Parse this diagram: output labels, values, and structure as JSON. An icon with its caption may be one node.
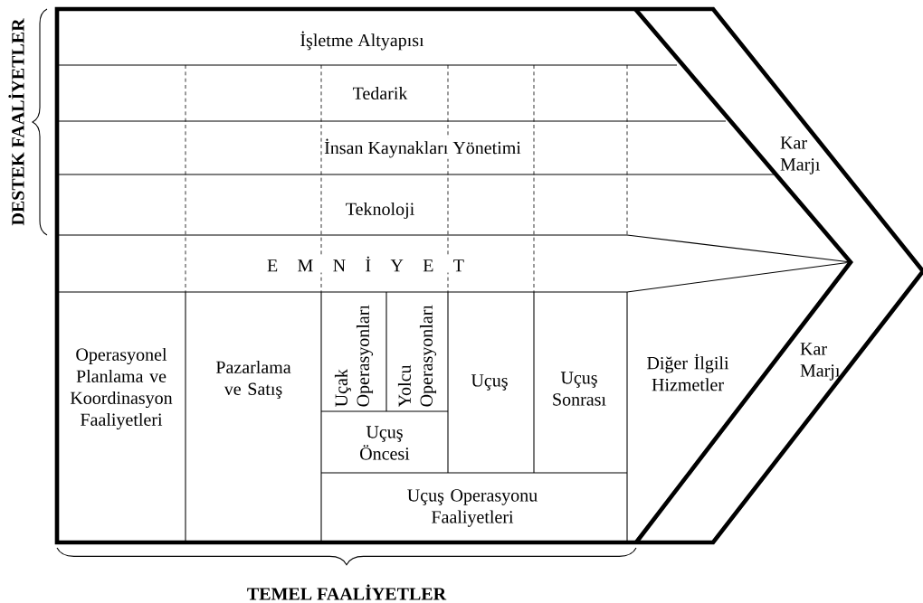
{
  "diagram": {
    "nodes": [
      {
        "text": [
          "İşletme Altyapısı"
        ]
      },
      {
        "text": [
          "Tedarik"
        ]
      },
      {
        "text": [
          "İnsan Kaynakları Yönetimi"
        ]
      },
      {
        "text": [
          "Teknoloji"
        ]
      },
      {
        "text": [
          "E M N İ Y E T"
        ]
      },
      {
        "text": [
          "Operasyonel Planlama ve Koordinasyon Faaliyetleri"
        ]
      },
      {
        "text": [
          "Pazarlama ve Satış"
        ]
      },
      {
        "text": [
          "Uçak Operasyonları"
        ]
      },
      {
        "text": [
          "Yolcu Operasyonları"
        ]
      },
      {
        "text": [
          "Uçuş Öncesi"
        ]
      },
      {
        "text": [
          "Uçuş"
        ]
      },
      {
        "text": [
          "Uçuş Sonrası"
        ]
      },
      {
        "text": [
          "Uçuş Operasyonu Faaliyetleri"
        ]
      },
      {
        "text": [
          "Diğer İlgili Hizmetler"
        ]
      },
      {
        "text": [
          "Kar Marjı"
        ]
      },
      {
        "text": [
          "Kar Marjı"
        ]
      }
    ],
    "labels": [
      "DESTEK FAALİYETLER",
      "TEMEL FAALİYETLER"
    ]
  }
}
